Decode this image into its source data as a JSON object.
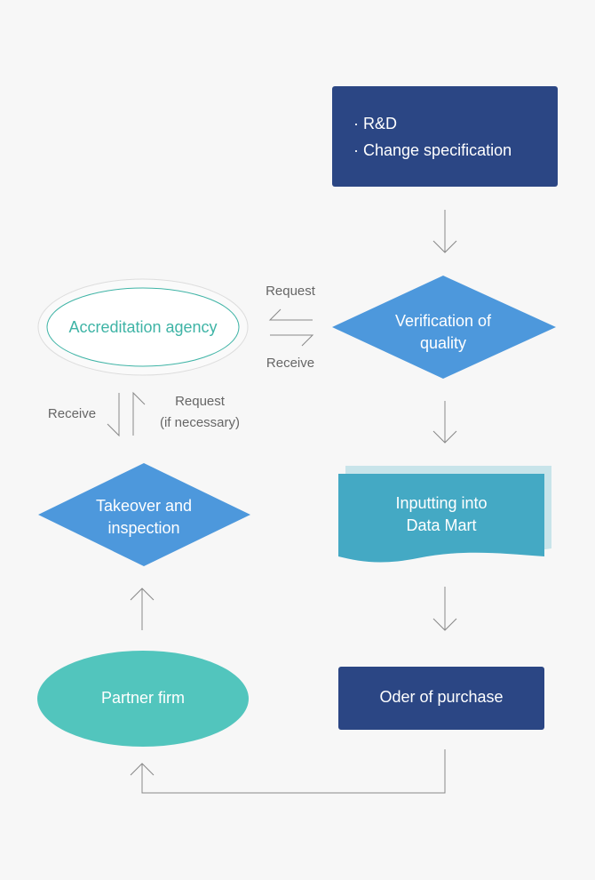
{
  "nodes": {
    "rd_box": {
      "items": [
        "R&D",
        "Change specification"
      ],
      "color": "#2b4684"
    },
    "verification": {
      "lines": [
        "Verification of",
        "quality"
      ],
      "color": "#4d98dc"
    },
    "accreditation": {
      "label": "Accreditation agency",
      "color": "#3fb4a6"
    },
    "takeover": {
      "lines": [
        "Takeover and",
        "inspection"
      ],
      "color": "#4d98dc"
    },
    "data_mart": {
      "lines": [
        "Inputting into",
        "Data Mart"
      ],
      "color": "#44a9c4"
    },
    "partner": {
      "label": "Partner firm",
      "color": "#52c5bd"
    },
    "order": {
      "label": "Oder of purchase",
      "color": "#2b4684"
    }
  },
  "edges": {
    "request_top": "Request",
    "receive_top": "Receive",
    "receive_left": "Receive",
    "request_left_lines": [
      "Request",
      "(if necessary)"
    ]
  }
}
